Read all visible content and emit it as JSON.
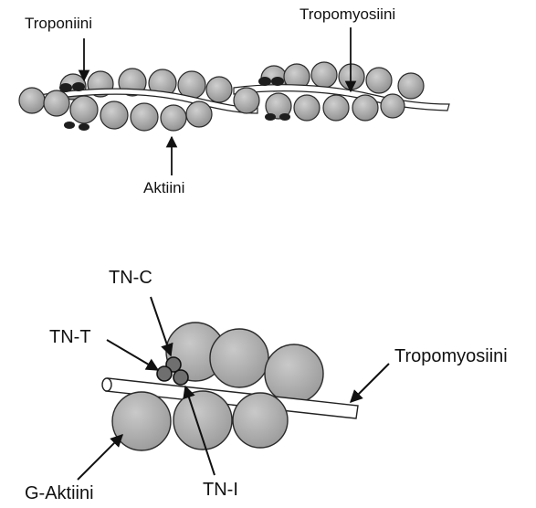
{
  "top_diagram": {
    "labels": {
      "troponin": "Troponiini",
      "tropomyosin": "Tropomyosiini",
      "actin": "Aktiini"
    }
  },
  "bottom_diagram": {
    "labels": {
      "tn_c": "TN-C",
      "tn_t": "TN-T",
      "tropomyosin": "Tropomyosiini",
      "g_actin": "G-Aktiini",
      "tn_i": "TN-I"
    }
  },
  "colors": {
    "bead_fill": "#a9a9a9",
    "bead_stroke": "#2a2a2a",
    "troponin_fill": "#1e1e1e",
    "strand_fill": "#ffffff",
    "text": "#111111"
  }
}
